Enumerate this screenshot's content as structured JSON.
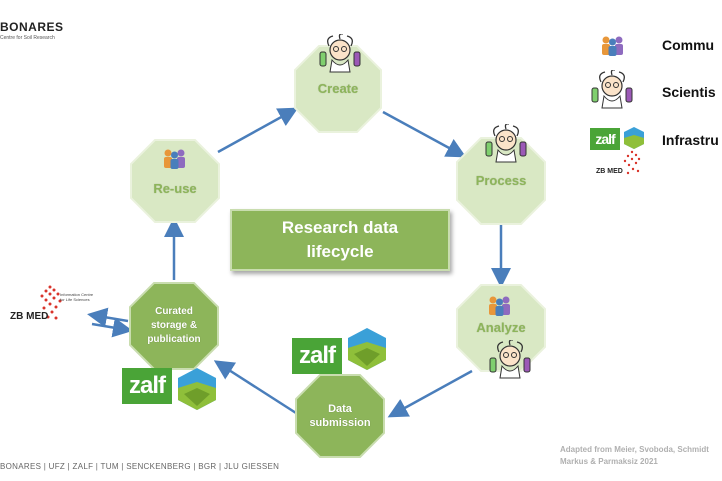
{
  "logo": {
    "name": "BONARES",
    "tagline": "Centre for Soil Research"
  },
  "nodes": {
    "create": "Create",
    "process": "Process",
    "analyze": "Analyze",
    "submission_line1": "Data",
    "submission_line2": "submission",
    "curated_line1": "Curated",
    "curated_line2": "storage &",
    "curated_line3": "publication",
    "reuse": "Re-use"
  },
  "center": {
    "line1": "Research data",
    "line2": "lifecycle"
  },
  "legend": [
    {
      "label": "Commu",
      "icon": "community-icon"
    },
    {
      "label": "Scientis",
      "icon": "scientist-icon"
    },
    {
      "label": "Infrastru",
      "icon": "infrastructure-icon"
    }
  ],
  "logos": {
    "zalf": "zalf",
    "zbmed": "ZB MED",
    "zbmed_sub1": "Information Centre",
    "zbmed_sub2": "for Life Sciences"
  },
  "footer": "BONARES   |   UFZ   |   ZALF   |   TUM   |   SENCKENBERG   |   BGR   |  JLU GIESSEN",
  "credit": {
    "line1": "Adapted from Meier, Svoboda, Schmidt",
    "line2": "Markus & Parmaksiz 2021"
  },
  "colors": {
    "node_fill": "#d9e8c4",
    "node_text": "#8db55a",
    "arrow": "#4a7ebb",
    "center_fill": "#8db55a"
  }
}
